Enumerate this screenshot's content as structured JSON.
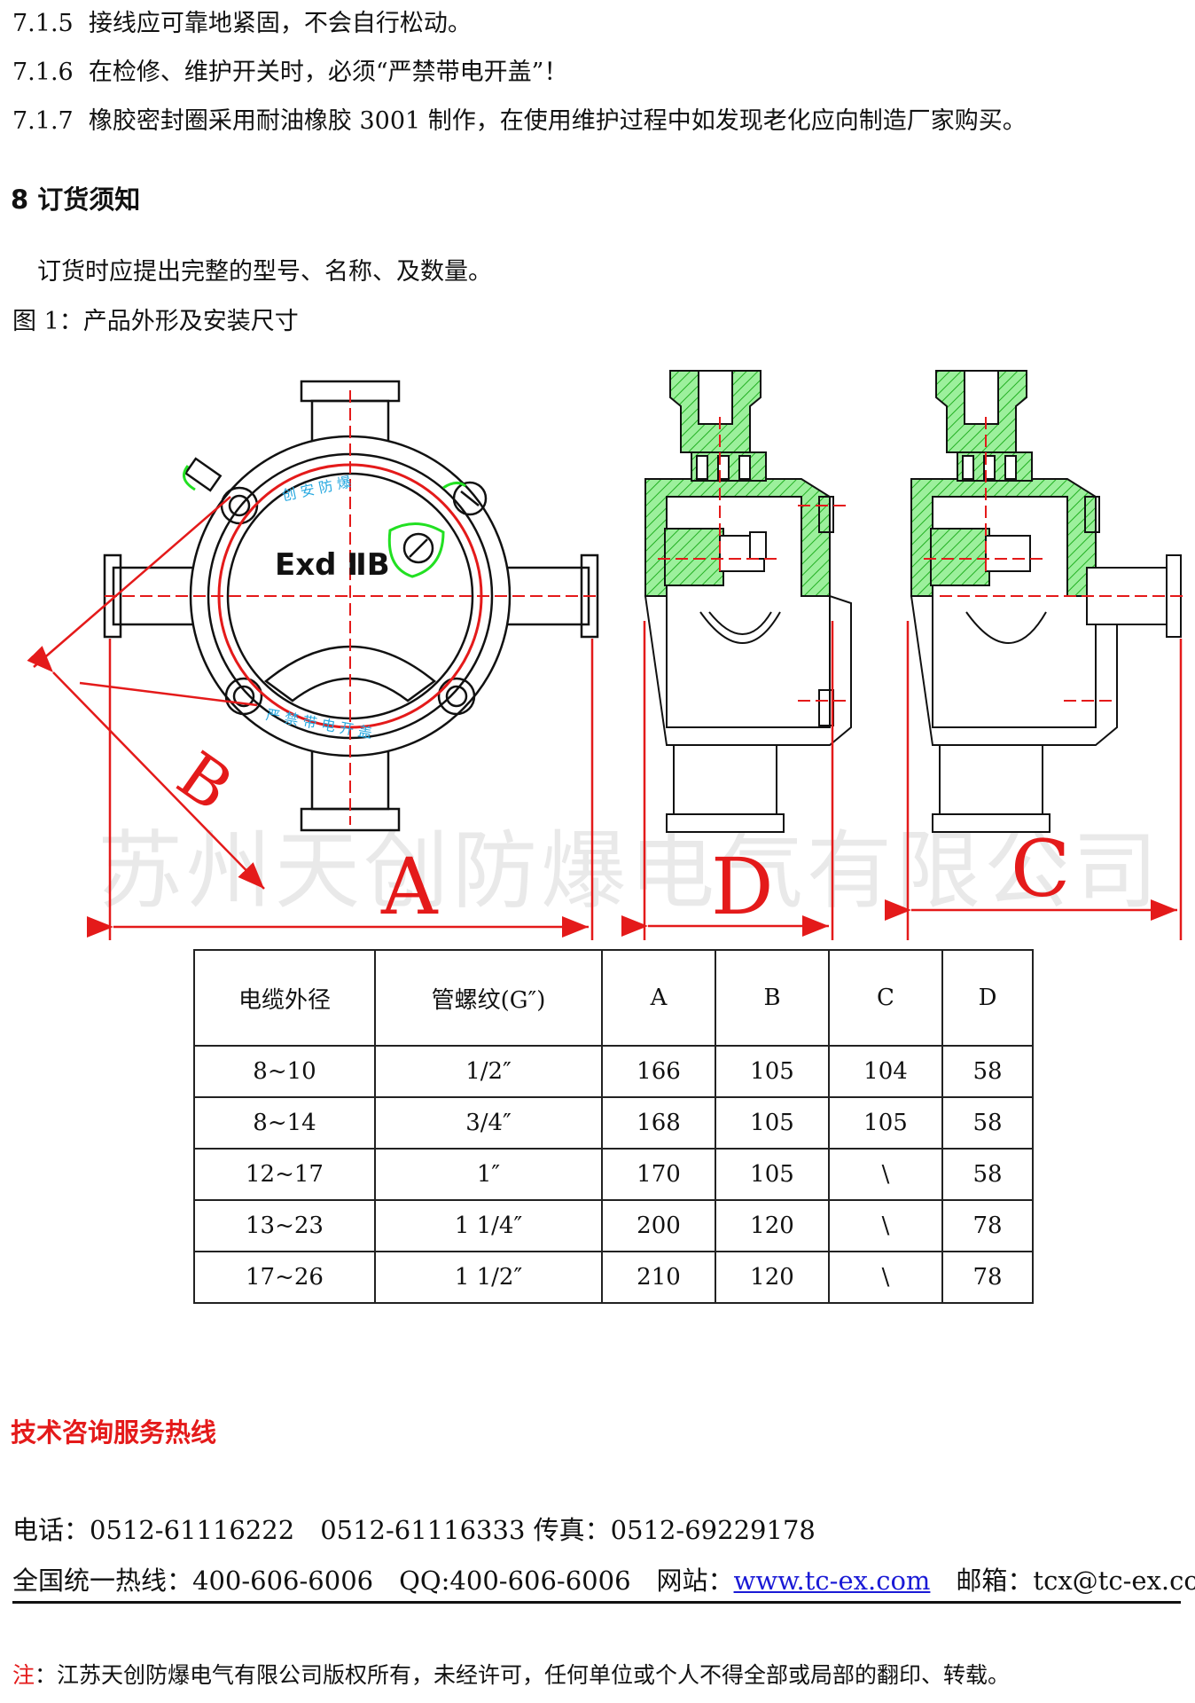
{
  "clauses": [
    {
      "num": "7.1.5",
      "text": "接线应可靠地紧固，不会自行松动。"
    },
    {
      "num": "7.1.6",
      "text": "在检修、维护开关时，必须“严禁带电开盖”！"
    },
    {
      "num": "7.1.7",
      "text": "橡胶密封圈采用耐油橡胶 3001 制作，在使用维护过程中如发现老化应向制造厂家购买。"
    }
  ],
  "section": {
    "title": "8 订货须知",
    "body": "订货时应提出完整的型号、名称、及数量。"
  },
  "figure": {
    "caption": "图 1：产品外形及安装尺寸",
    "marking": "Exd ⅡB",
    "top_arc_text": "创 安 防 爆",
    "bottom_arc_text": "严 禁 带 电 开 盖",
    "dims": {
      "a": "A",
      "b": "B",
      "c": "C",
      "d": "D"
    },
    "watermark": "苏州天创防爆电气有限公司"
  },
  "table": {
    "headers": [
      "电缆外径",
      "管螺纹(G″)",
      "A",
      "B",
      "C",
      "D"
    ],
    "rows": [
      [
        "8~10",
        "1/2″",
        "166",
        "105",
        "104",
        "58"
      ],
      [
        "8~14",
        "3/4″",
        "168",
        "105",
        "105",
        "58"
      ],
      [
        "12~17",
        "1″",
        "170",
        "105",
        "\\",
        "58"
      ],
      [
        "13~23",
        "1 1/4″",
        "200",
        "120",
        "\\",
        "78"
      ],
      [
        "17~26",
        "1 1/2″",
        "210",
        "120",
        "\\",
        "78"
      ]
    ]
  },
  "contact": {
    "hotline_title": "技术咨询服务热线",
    "phone": "电话：0512-61116222　0512-61116333 传真：0512-69229178",
    "national_hotline": "全国统一热线：400-606-6006　QQ:400-606-6006　网站：",
    "website": "www.tc-ex.com",
    "email": "　邮箱：tcx@tc-ex.com"
  },
  "note": {
    "label": "注",
    "text": "：江苏天创防爆电气有限公司版权所有，未经许可，任何单位或个人不得全部或局部的翻印、转载。"
  },
  "colors": {
    "accent_red": "#e41a1a",
    "section_green": "#22e022",
    "link_blue": "#1a1ad6"
  }
}
